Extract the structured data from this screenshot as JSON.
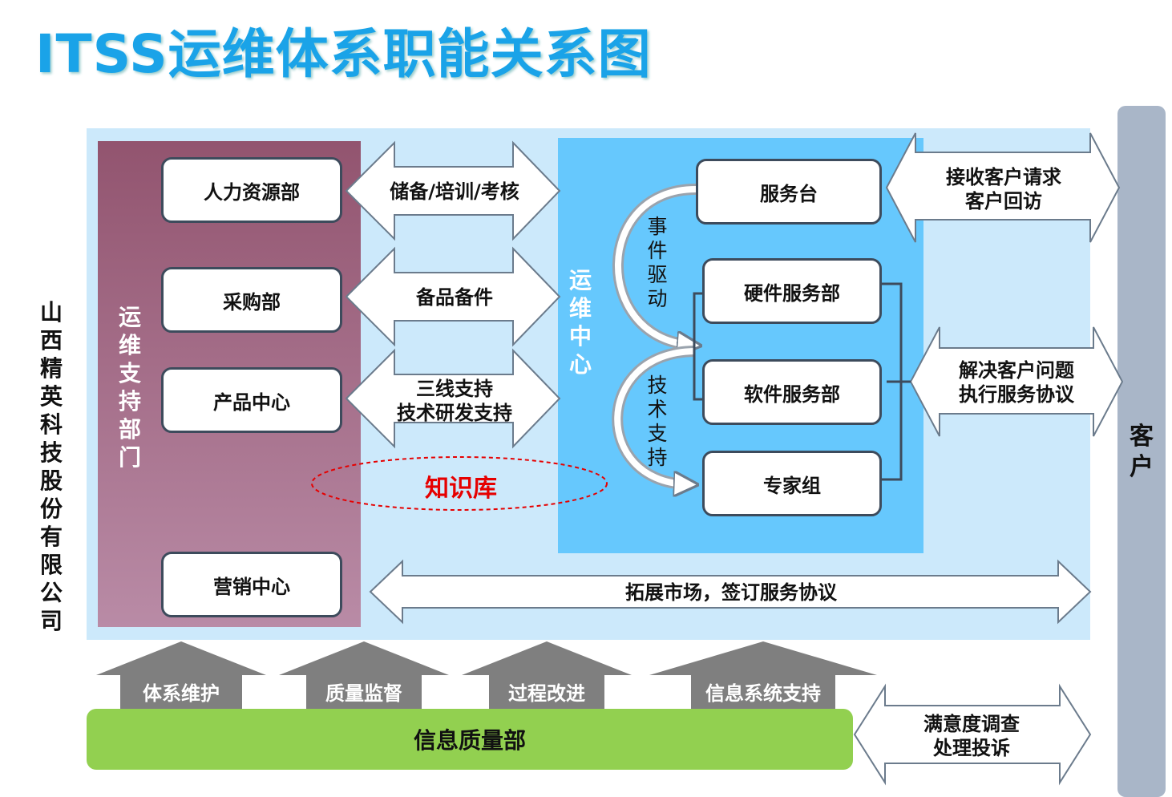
{
  "title": "ITSS运维体系职能关系图",
  "company": "山西精英科技股份有限公司",
  "support_dept": {
    "label": "运维支持部门",
    "boxes": [
      "人力资源部",
      "采购部",
      "产品中心",
      "营销中心"
    ]
  },
  "ops_center": {
    "label": "运维中心",
    "boxes": [
      "服务台",
      "硬件服务部",
      "软件服务部",
      "专家组"
    ],
    "flows": [
      "事件驱动",
      "技术支持"
    ]
  },
  "customer": "客户",
  "arrows": {
    "hr": "储备/培训/考核",
    "purchase": "备品备件",
    "product_l1": "三线支持",
    "product_l2": "技术研发支持",
    "marketing": "拓展市场，签订服务协议",
    "desk_l1": "接收客户请求",
    "desk_l2": "客户回访",
    "solve_l1": "解决客户问题",
    "solve_l2": "执行服务协议",
    "quality_l1": "满意度调查",
    "quality_l2": "处理投诉"
  },
  "knowledge_base": "知识库",
  "quality_dept": {
    "label": "信息质量部",
    "functions": [
      "体系维护",
      "质量监督",
      "过程改进",
      "信息系统支持"
    ]
  },
  "colors": {
    "title": "#1aa3e8",
    "main_bg": "#cce9fb",
    "support_panel": "#92546f",
    "ops_center": "#66c8fd",
    "customer_bar": "#a9b6c8",
    "quality_bar": "#92d050",
    "up_arrows": "#7f7f7f",
    "knowledge_base": "#e60000"
  }
}
